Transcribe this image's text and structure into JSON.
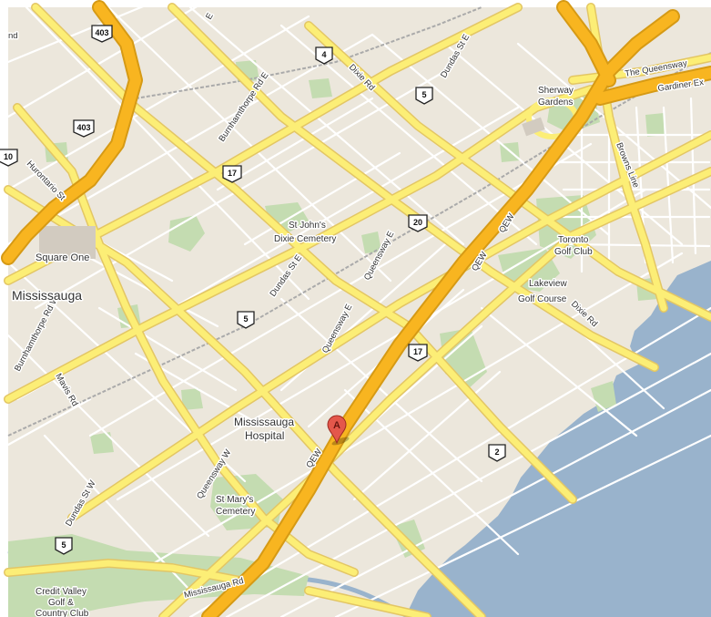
{
  "map": {
    "city_label": "Mississauga",
    "marker": {
      "letter": "A"
    },
    "road_labels": {
      "dundas_e_top": "Dundas St E",
      "dundas_e_mid": "Dundas St E",
      "dundas_w": "Dundas St W",
      "burnhamthorpe_e": "Burnhamthorpe Rd E",
      "burnhamthorpe_w": "Burnhamthorpe Rd W",
      "hurontario": "Hurontario St",
      "dixie_top": "Dixie Rd",
      "dixie_right": "Dixie Rd",
      "queensway_e": "Queensway E",
      "queensway_e2": "Queensway E",
      "queensway_w": "Queensway W",
      "mavis": "Mavis Rd",
      "mississauga_rd": "Mississauga Rd",
      "browns_line": "Browns Line",
      "the_queensway": "The Queensway",
      "gardiner": "Gardiner Ex",
      "qew_lower": "QEW",
      "qew_upper1": "QEW",
      "qew_upper2": "QEW",
      "edge_top": "E",
      "edge_left": "nd"
    },
    "place_labels": {
      "square_one": "Square One",
      "st_johns_line1": "St John's",
      "st_johns_line2": "Dixie Cemetery",
      "toronto_golf_line1": "Toronto",
      "toronto_golf_line2": "Golf Club",
      "lakeview_line1": "Lakeview",
      "lakeview_line2": "Golf Course",
      "sherway_line1": "Sherway",
      "sherway_line2": "Gardens",
      "hospital_line1": "Mississauga",
      "hospital_line2": "Hospital",
      "st_marys_line1": "St Mary's",
      "st_marys_line2": "Cemetery",
      "credit_valley_line1": "Credit Valley",
      "credit_valley_line2": "Golf &",
      "credit_valley_line3": "Country Club"
    },
    "shields": {
      "h403_top": "403",
      "h403_mid": "403",
      "h4": "4",
      "h5_top": "5",
      "h17_top": "17",
      "h20": "20",
      "h5_mid": "5",
      "h17_mid": "17",
      "h2": "2",
      "h5_bottom": "5",
      "h10": "10"
    },
    "colors": {
      "land": "#ece7dc",
      "water": "#99b3cc",
      "park": "#c4dcb1",
      "arterial": "#fcee76",
      "arterial_casing": "#e3c664",
      "highway": "#f8b520",
      "highway_casing": "#d69a15",
      "local_street": "#ffffff",
      "rail": "#aaaaaa",
      "marker": "#e4574b"
    }
  }
}
